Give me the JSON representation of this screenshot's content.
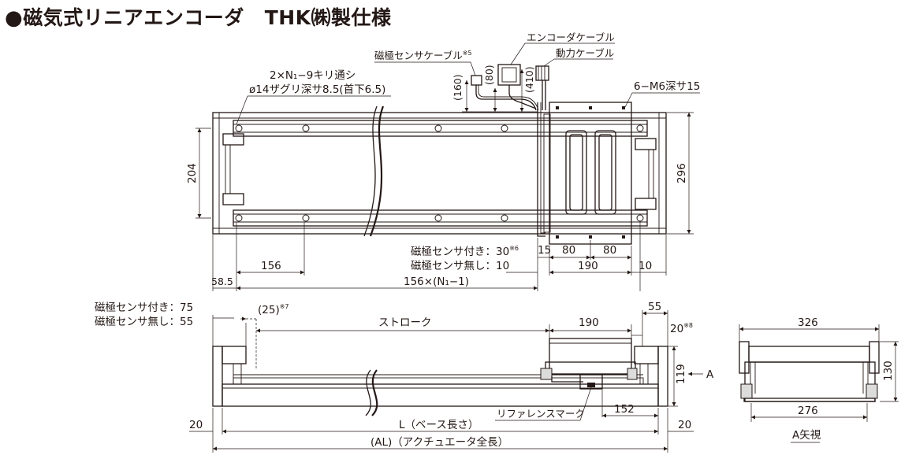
{
  "title": {
    "bullet": "●",
    "product": "磁気式リニアエンコーダ",
    "maker": "THK㈱製仕様"
  },
  "top_view": {
    "encoder_cable": "エンコーダケーブル",
    "power_cable": "動力ケーブル",
    "sensor_cable": "磁極センサケーブル",
    "sensor_cable_note": "※5",
    "dim_160": "(160)",
    "dim_80p": "(80)",
    "dim_410": "(410)",
    "holes_line1": "2×N₁−9キリ通シ",
    "holes_line2": "ø14ザグリ深サ8.5(首下6.5)",
    "tap": "6−M6深サ15",
    "dim_204": "204",
    "dim_296": "296",
    "sensor_with": "磁極センサ付き：30",
    "sensor_with_note": "※6",
    "sensor_without": "磁極センサ無し：10",
    "dim_15": "15",
    "dim_80a": "80",
    "dim_80b": "80",
    "dim_156": "156",
    "dim_190": "190",
    "dim_10": "10",
    "dim_585": "58.5",
    "dim_pitch": "156×(N₁−1)"
  },
  "side_view": {
    "sensor_with": "磁極センサ付き：75",
    "sensor_without": "磁極センサ無し：55",
    "dim_25": "(25)",
    "dim_25_note": "※7",
    "stroke": "ストローク",
    "dim_190": "190",
    "dim_55": "55",
    "dim_20r": "20",
    "dim_20r_note": "※8",
    "dim_119": "119",
    "arrow_a": "A",
    "ref_mark": "リファレンスマーク",
    "dim_152": "152",
    "dim_20_left": "20",
    "dim_20_right": "20",
    "base_length": "L（ベース長さ）",
    "total_length": "(AL)（アクチュエータ全長）"
  },
  "end_view": {
    "dim_326": "326",
    "dim_130": "130",
    "dim_276": "276",
    "caption": "A矢視"
  }
}
